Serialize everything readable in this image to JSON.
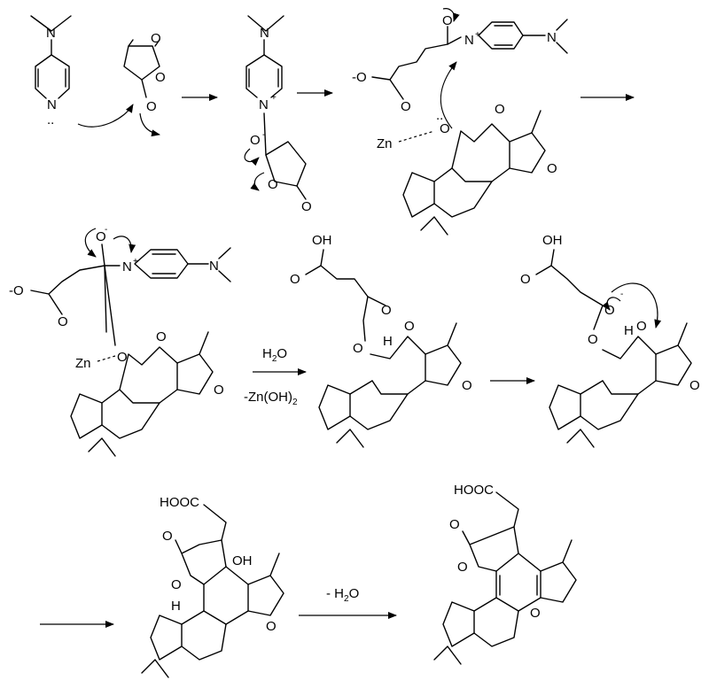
{
  "labels": {
    "n": "N",
    "o": "O",
    "zn": "Zn",
    "h": "H",
    "oh": "OH",
    "cooh_prefix": "HO",
    "acid_label": "HOOC",
    "water": "H",
    "water_sub": "2",
    "water_o": "O",
    "zn_hydroxide": "-Zn(OH)",
    "zn_hydroxide_sub": "2",
    "minus_water": "- H",
    "minus_water_sub": "2",
    "minus_water_o": "O",
    "plus": "+",
    "minus": "-",
    "lone_pair": "..",
    "carboxylate": "-O"
  }
}
